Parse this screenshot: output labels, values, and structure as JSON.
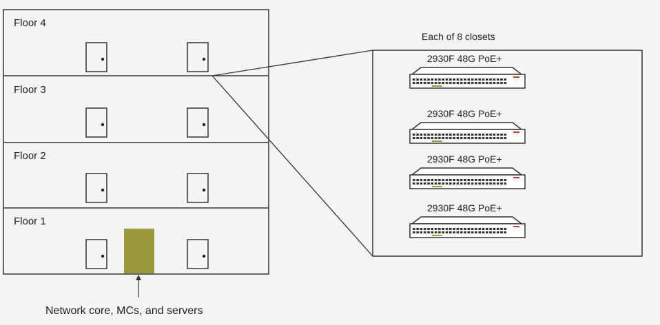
{
  "floors": [
    {
      "label": "Floor 4"
    },
    {
      "label": "Floor 3"
    },
    {
      "label": "Floor 2"
    },
    {
      "label": "Floor 1"
    }
  ],
  "core_label": "Network core, MCs, and servers",
  "closet": {
    "title": "Each of 8 closets",
    "switches": [
      {
        "model": "2930F 48G PoE+"
      },
      {
        "model": "2930F 48G PoE+"
      },
      {
        "model": "2930F 48G PoE+"
      },
      {
        "model": "2930F 48G PoE+"
      }
    ]
  },
  "colors": {
    "core": "#9a9a3c",
    "line": "#333333",
    "led": "#d9342b"
  }
}
